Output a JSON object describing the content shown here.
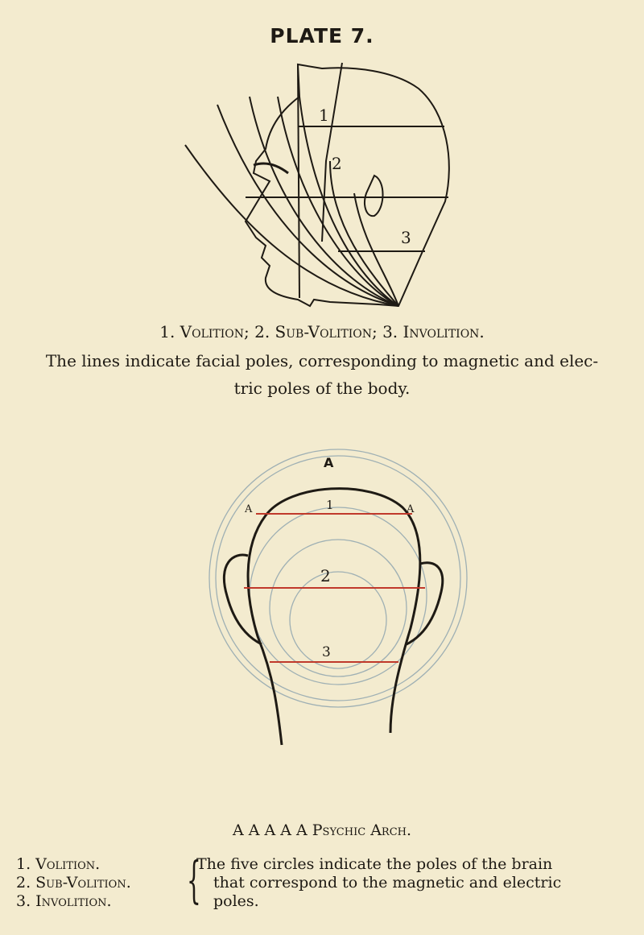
{
  "plate_title": "PLATE 7.",
  "figure1": {
    "labels": [
      "1",
      "2",
      "3"
    ],
    "caption_line": "1. Volition; 2. Sub-Volition; 3. Involition.",
    "description_line1": "The lines indicate facial poles, corresponding to magnetic and elec-",
    "description_line2": "tric poles of the body."
  },
  "figure2": {
    "arch_labels": [
      "A",
      "A",
      "A"
    ],
    "pole_labels": [
      "1",
      "2",
      "3"
    ],
    "arch_caption": "A A A A A Psychic Arch.",
    "legend": [
      "1. Volition.",
      "2. Sub-Volition.",
      "3. Involition."
    ],
    "brace": "{",
    "description": [
      "The five circles indicate the poles of the brain",
      "that correspond to the magnetic and electric",
      "poles."
    ]
  },
  "colors": {
    "paper": "#f3ebcf",
    "ink": "#1e1a14",
    "red_lines": "#c0392b",
    "circles": "#9fb0b4"
  }
}
